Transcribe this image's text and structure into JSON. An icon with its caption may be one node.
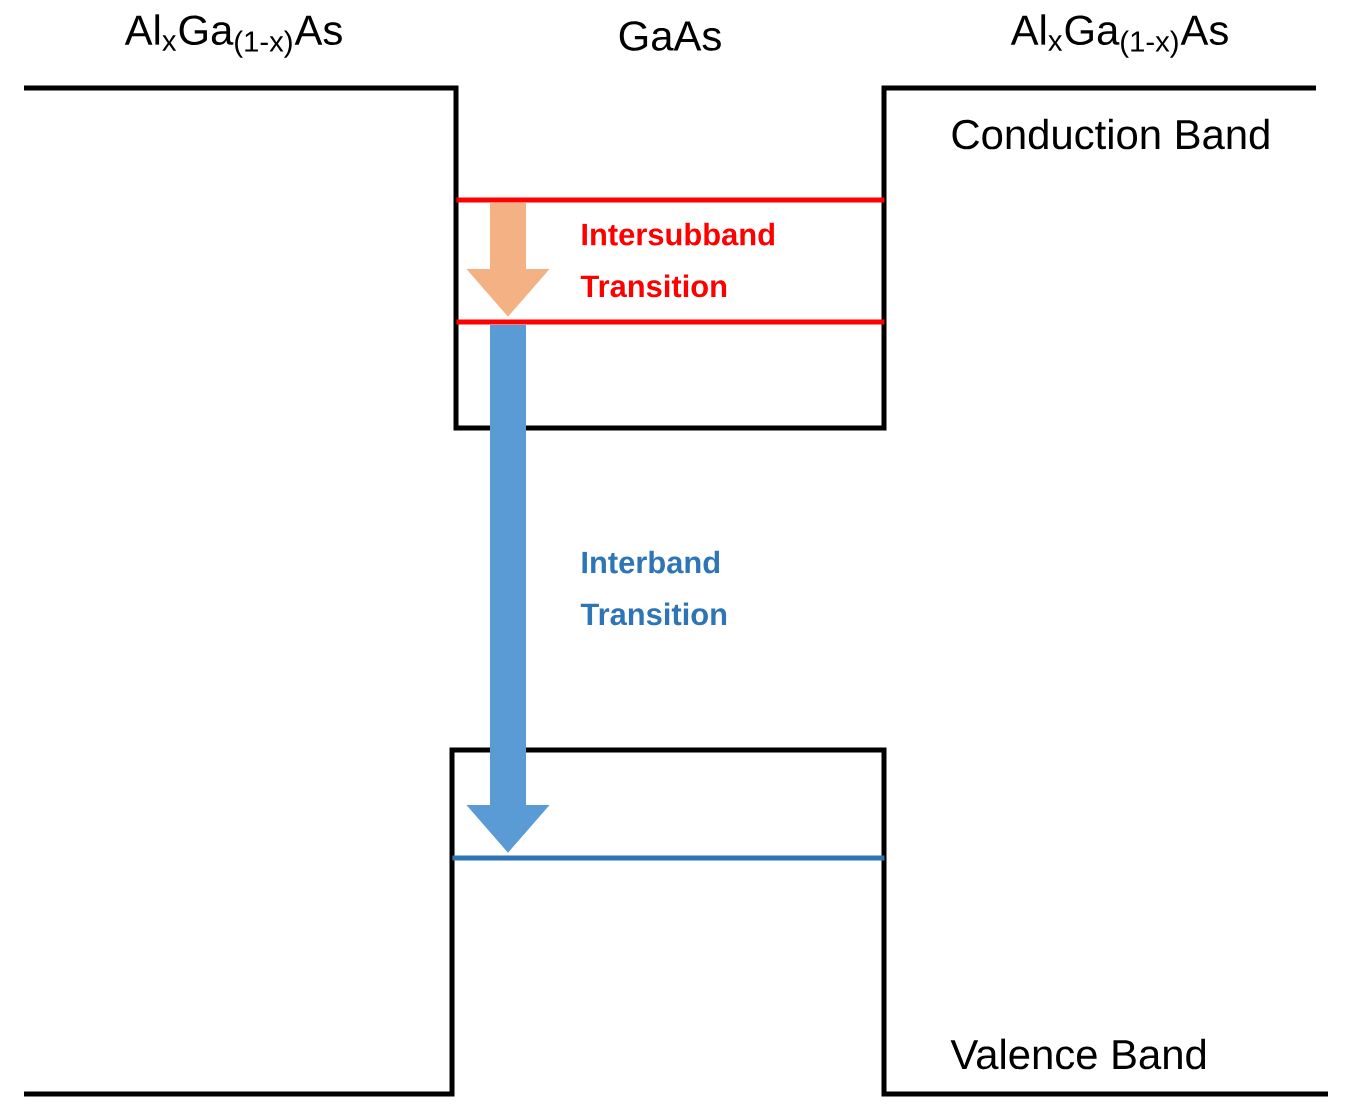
{
  "diagram": {
    "nodes": [
      {
        "text": [],
        "shape": "bar"
      },
      {
        "text": [],
        "shape": "bar"
      },
      {
        "text": [],
        "shape": "bar"
      }
    ],
    "edges": [
      {
        "from": 0,
        "to": 1,
        "arrow": "to",
        "label": "**Intersubband Transition**",
        "color": "#f4b183"
      },
      {
        "from": 1,
        "to": 2,
        "arrow": "to",
        "label": "**Interband Transition**",
        "color": "#5b9bd5"
      }
    ],
    "labels": [
      "Al$_{x}$Ga$_{(1-x)}$As",
      "GaAs",
      "Al$_{x}$Ga$_{(1-x)}$As",
      "Conduction Band",
      "Valence Band"
    ]
  }
}
